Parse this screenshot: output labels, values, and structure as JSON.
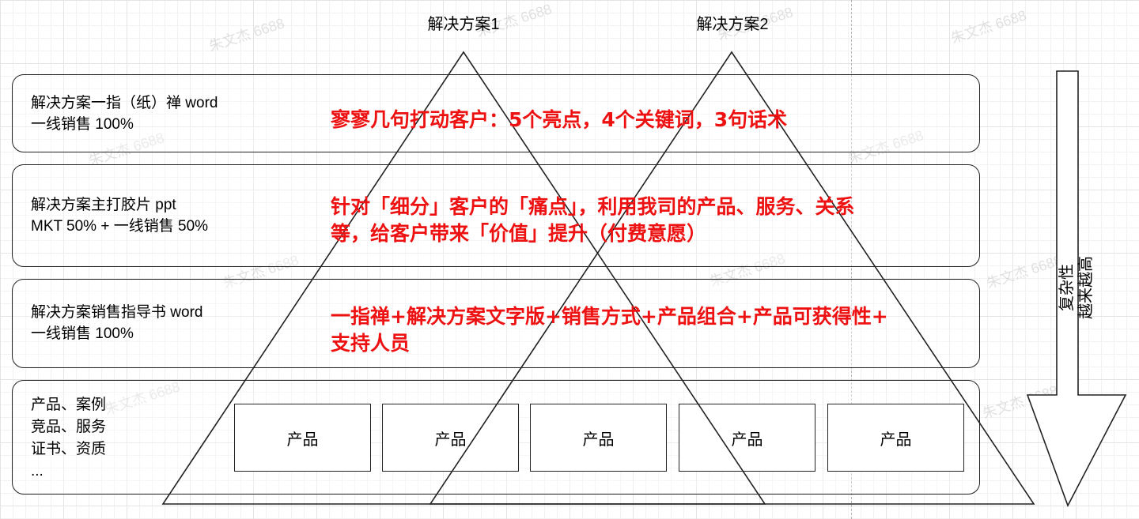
{
  "titles": {
    "solution1": "解决方案1",
    "solution2": "解决方案2"
  },
  "layers": [
    {
      "label": "解决方案一指（纸）禅 word\n一线销售 100%",
      "desc": "寥寥几句打动客户：5个亮点，4个关键词，3句话术"
    },
    {
      "label": "解决方案主打胶片 ppt\nMKT 50% + 一线销售 50%",
      "desc": "针对「细分」客户的「痛点」，利用我司的产品、服务、关系\n等，给客户带来「价值」提升（付费意愿）"
    },
    {
      "label": "解决方案销售指导书 word\n一线销售 100%",
      "desc": "一指禅+解决方案文字版+销售方式+产品组合+产品可获得性+\n支持人员"
    },
    {
      "label": "产品、案例\n竞品、服务\n证书、资质\n..."
    }
  ],
  "products": [
    "产品",
    "产品",
    "产品",
    "产品",
    "产品"
  ],
  "arrow_label": "复杂性\n越来越高",
  "watermark": "朱文杰 6688",
  "colors": {
    "highlight": "#ee1111",
    "border": "#222222"
  }
}
